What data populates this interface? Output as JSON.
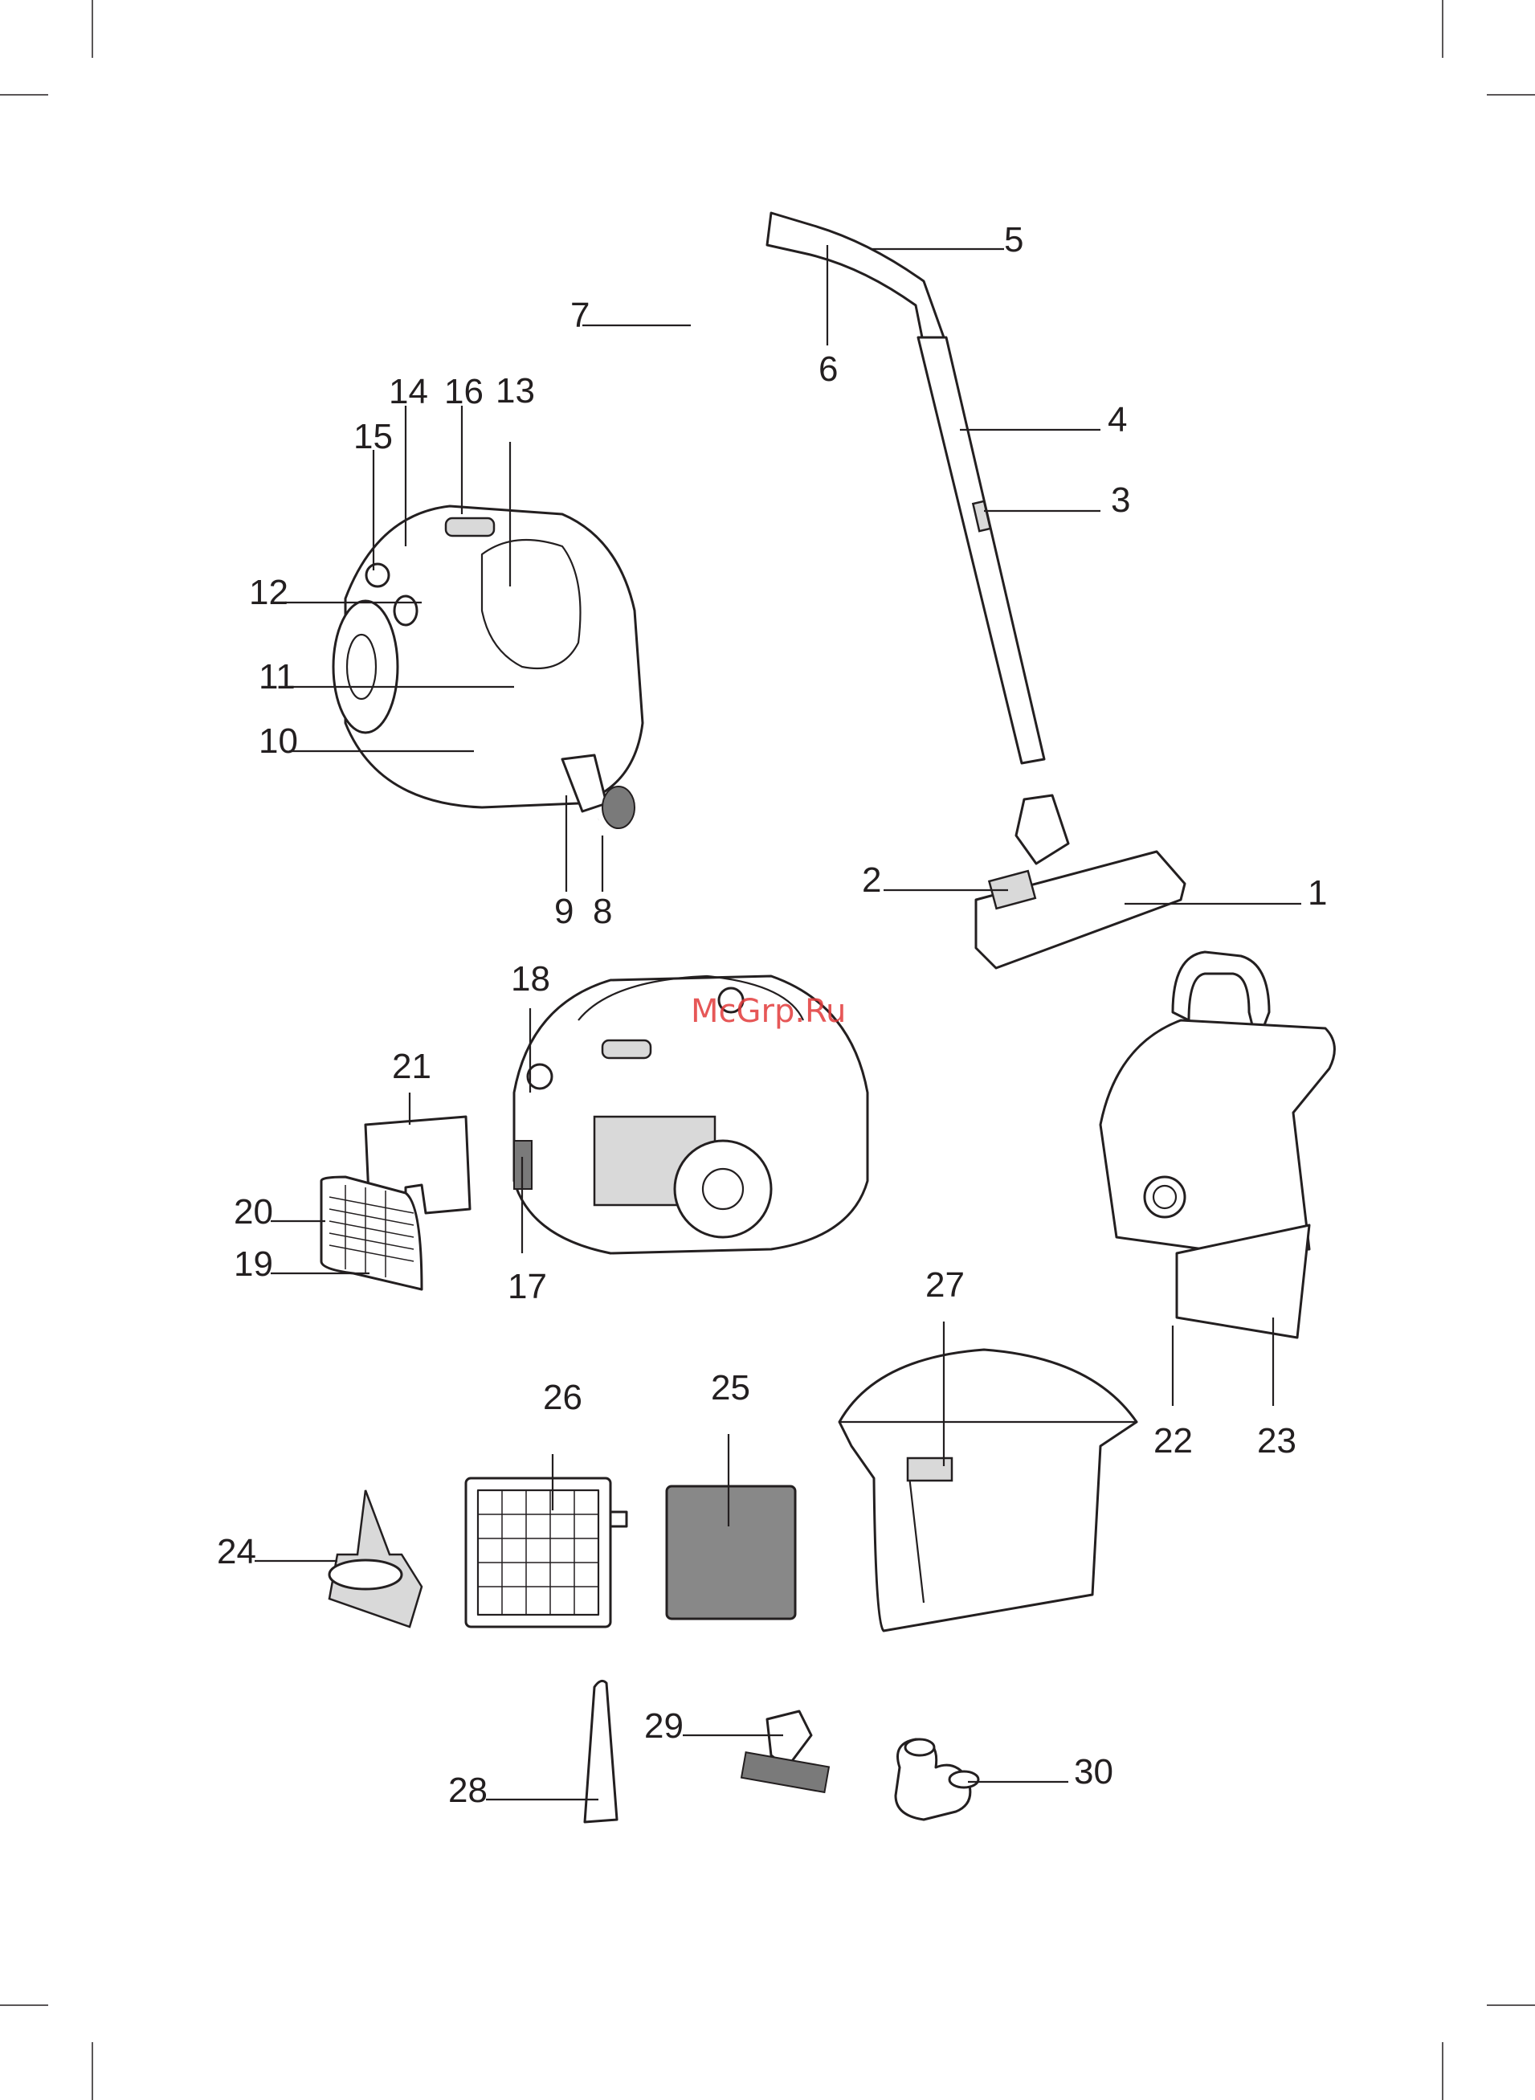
{
  "watermark": "McGrp.Ru",
  "callouts": {
    "c1": "1",
    "c2": "2",
    "c3": "3",
    "c4": "4",
    "c5": "5",
    "c6": "6",
    "c7": "7",
    "c8": "8",
    "c9": "9",
    "c10": "10",
    "c11": "11",
    "c12": "12",
    "c13": "13",
    "c14": "14",
    "c15": "15",
    "c16": "16",
    "c17": "17",
    "c18": "18",
    "c19": "19",
    "c20": "20",
    "c21": "21",
    "c22": "22",
    "c23": "23",
    "c24": "24",
    "c25": "25",
    "c26": "26",
    "c27": "27",
    "c28": "28",
    "c29": "29",
    "c30": "30"
  }
}
